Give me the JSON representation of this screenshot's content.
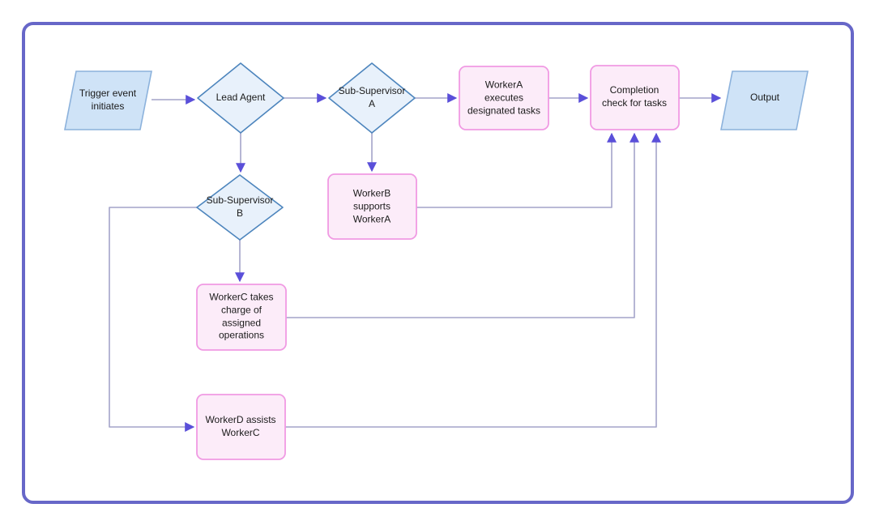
{
  "diagram": {
    "type": "flowchart",
    "nodes": {
      "trigger": {
        "label": "Trigger event\ninitiates",
        "shape": "parallelogram"
      },
      "lead_agent": {
        "label": "Lead Agent",
        "shape": "diamond"
      },
      "sub_supervisor_a": {
        "label": "Sub-Supervisor\nA",
        "shape": "diamond"
      },
      "sub_supervisor_b": {
        "label": "Sub-Supervisor\nB",
        "shape": "diamond"
      },
      "worker_a": {
        "label": "WorkerA\nexecutes\ndesignated tasks",
        "shape": "rounded-rect"
      },
      "worker_b": {
        "label": "WorkerB\nsupports\nWorkerA",
        "shape": "rounded-rect"
      },
      "worker_c": {
        "label": "WorkerC takes\ncharge of\nassigned\noperations",
        "shape": "rounded-rect"
      },
      "worker_d": {
        "label": "WorkerD assists\nWorkerC",
        "shape": "rounded-rect"
      },
      "completion": {
        "label": "Completion\ncheck for tasks",
        "shape": "rounded-rect"
      },
      "output": {
        "label": "Output",
        "shape": "parallelogram"
      }
    },
    "edges": [
      {
        "from": "trigger",
        "to": "lead_agent"
      },
      {
        "from": "lead_agent",
        "to": "sub_supervisor_a"
      },
      {
        "from": "sub_supervisor_a",
        "to": "worker_a"
      },
      {
        "from": "worker_a",
        "to": "completion"
      },
      {
        "from": "completion",
        "to": "output"
      },
      {
        "from": "lead_agent",
        "to": "sub_supervisor_b"
      },
      {
        "from": "sub_supervisor_a",
        "to": "worker_b"
      },
      {
        "from": "sub_supervisor_b",
        "to": "worker_c"
      },
      {
        "from": "sub_supervisor_b",
        "to": "worker_d"
      },
      {
        "from": "worker_b",
        "to": "completion"
      },
      {
        "from": "worker_c",
        "to": "completion"
      },
      {
        "from": "worker_d",
        "to": "completion"
      }
    ],
    "colors": {
      "frame_border": "#6767c8",
      "parallelogram_fill": "#cfe3f7",
      "parallelogram_stroke": "#8cb2dc",
      "diamond_fill": "#e8f1fb",
      "diamond_stroke": "#4d85bd",
      "pink_fill": "#fcecf9",
      "pink_stroke": "#f09ae3",
      "line": "#a3a3c9",
      "arrowhead": "#5a4fd9",
      "text": "#1b1b1b"
    }
  }
}
